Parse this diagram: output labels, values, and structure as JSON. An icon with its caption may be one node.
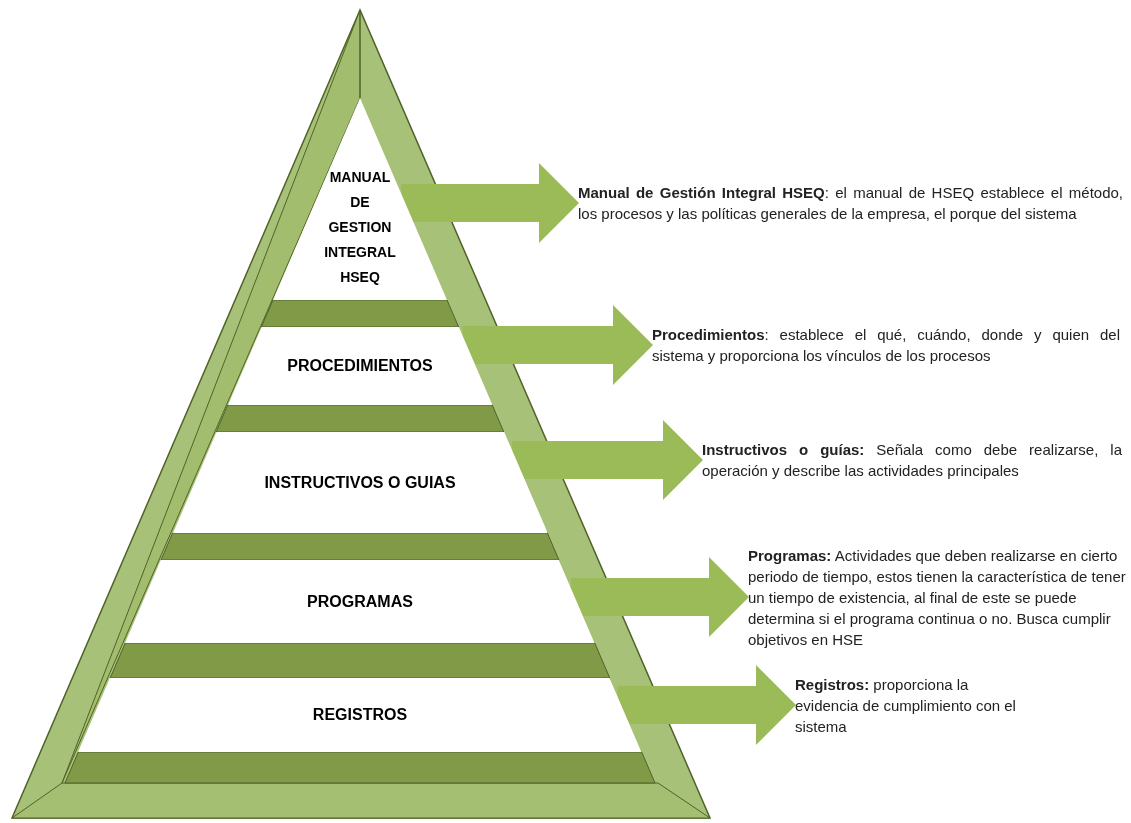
{
  "diagram": {
    "nodes": [
      {
        "text": [
          "MANUAL DE GESTION INTEGRAL HSEQ"
        ]
      },
      {
        "text": [
          "PROCEDIMIENTOS"
        ]
      },
      {
        "text": [
          "INSTRUCTIVOS O GUIAS"
        ]
      },
      {
        "text": [
          "PROGRAMAS"
        ]
      },
      {
        "text": [
          "REGISTROS"
        ]
      },
      {
        "text": [
          "**Manual de Gestión Integral HSEQ**: el manual de HSEQ establece el método, los procesos y las políticas generales de la empresa, el porque del sistema"
        ]
      },
      {
        "text": [
          "**Procedimientos**: establece el qué, cuándo, donde y quien del sistema y proporciona los vínculos de los procesos"
        ]
      },
      {
        "text": [
          "**Instructivos o guías:** Señala como debe realizarse, la operación y describe las actividades principales"
        ]
      },
      {
        "text": [
          "**Programas:** Actividades que deben realizarse en cierto periodo de tiempo, estos tienen la característica de tener un tiempo de existencia, al final de este se puede determina si el programa continua o no. Busca cumplir objetivos en HSE"
        ]
      },
      {
        "text": [
          "**Registros:** proporciona la evidencia de cumplimiento con el sistema"
        ]
      }
    ],
    "edges": [
      {
        "from": 0,
        "to": 5,
        "arrow": "to"
      },
      {
        "from": 1,
        "to": 6,
        "arrow": "to"
      },
      {
        "from": 2,
        "to": 7,
        "arrow": "to"
      },
      {
        "from": 3,
        "to": 8,
        "arrow": "to"
      },
      {
        "from": 4,
        "to": 9,
        "arrow": "to"
      }
    ]
  }
}
